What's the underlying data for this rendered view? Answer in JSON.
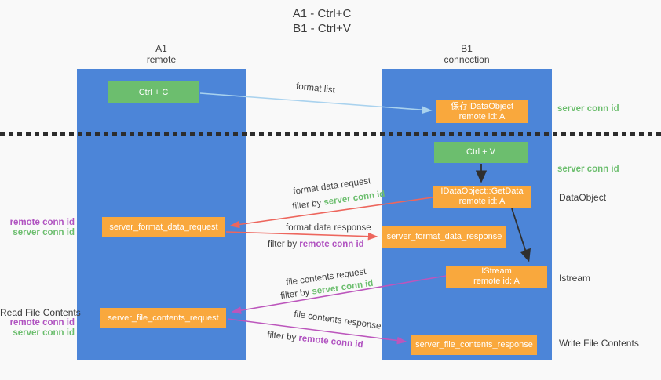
{
  "title": {
    "line1": "A1 - Ctrl+C",
    "line2": "B1 - Ctrl+V"
  },
  "lanes": {
    "a1": {
      "name": "A1",
      "subtitle": "remote"
    },
    "b1": {
      "name": "B1",
      "subtitle": "connection"
    }
  },
  "nodes": {
    "ctrl_c": {
      "label": "Ctrl + C"
    },
    "ctrl_v": {
      "label": "Ctrl + V"
    },
    "save_idataobject": {
      "line1": "保存IDataObject",
      "line2": "remote id: A"
    },
    "getdata": {
      "line1": "IDataObject::GetData",
      "line2": "remote id: A"
    },
    "istream": {
      "line1": "IStream",
      "line2": "remote id: A"
    },
    "server_format_data_request": {
      "label": "server_format_data_request"
    },
    "server_format_data_response": {
      "label": "server_format_data_response"
    },
    "server_file_contents_request": {
      "label": "server_file_contents_request"
    },
    "server_file_contents_response": {
      "label": "server_file_contents_response"
    }
  },
  "annotations": {
    "format_list": "format list",
    "filter_by": "filter by",
    "server_conn_id": "server conn id",
    "remote_conn_id": "remote conn id",
    "format_data_request": "format data request",
    "format_data_response": "format data response",
    "file_contents_request": "file contents request",
    "file_contents_response": "file contents response",
    "dataobject": "DataObject",
    "istream": "Istream",
    "read_file_contents": "Read File Contents",
    "write_file_contents": "Write File Contents"
  },
  "colors": {
    "lane_blue": "#4C85D8",
    "node_green": "#6CBE6E",
    "node_orange": "#F9A83D",
    "arrow_light_blue": "#A9D2EE",
    "arrow_red": "#ED665D",
    "arrow_magenta": "#BC56BC",
    "arrow_black": "#2f2f2f",
    "label_green": "#6CBE6E",
    "label_purple": "#B052C0"
  }
}
